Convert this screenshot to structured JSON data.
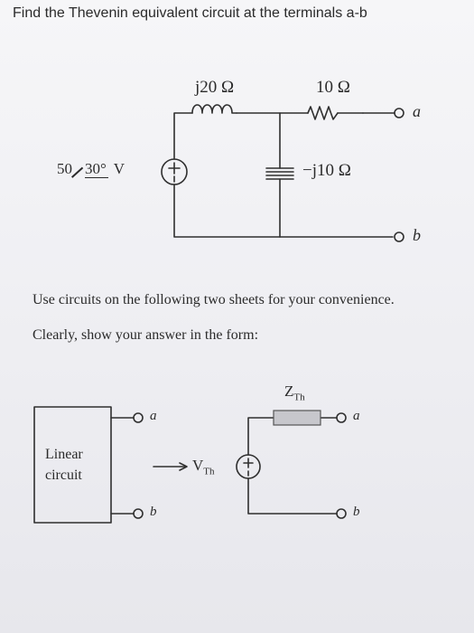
{
  "problem": {
    "title": "Find the Thevenin equivalent circuit at the terminals a-b"
  },
  "circuit": {
    "inductor_label": "j20 Ω",
    "resistor_label": "10 Ω",
    "capacitor_label": "−j10 Ω",
    "source_label": {
      "mag": "50",
      "angle": "30°",
      "unit": "V"
    },
    "terminal_a": "a",
    "terminal_b": "b",
    "plus": "+"
  },
  "instructions": {
    "line1": "Use circuits on the following two sheets for your convenience.",
    "line2": "Clearly, show your answer in the form:"
  },
  "answer_form": {
    "box_line1": "Linear",
    "box_line2": "circuit",
    "terminal_a": "a",
    "terminal_b": "b",
    "vth_main": "V",
    "vth_sub": "Th",
    "zth_main": "Z",
    "zth_sub": "Th",
    "plus": "+"
  }
}
